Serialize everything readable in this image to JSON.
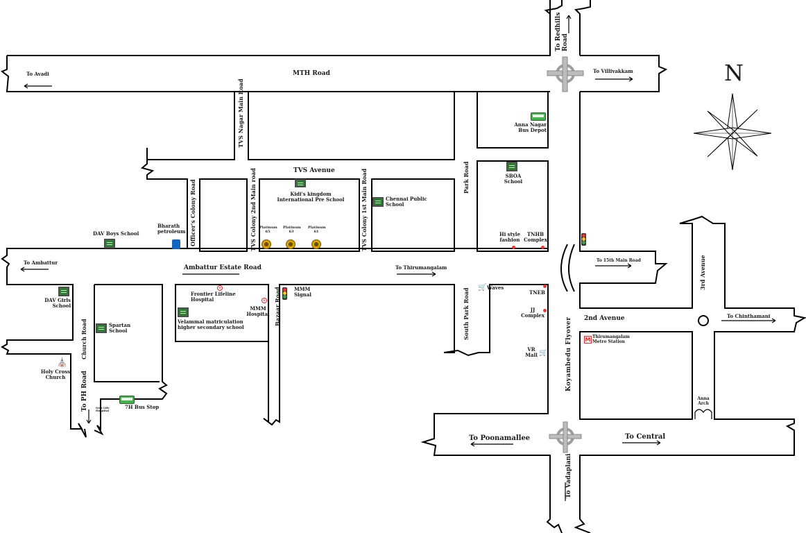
{
  "map": {
    "north_label": "N",
    "roads": {
      "mth_road": "MTH Road",
      "tvs_nagar_main": "TVS Nagar Main Road",
      "tvs_avenue": "TVS Avenue",
      "officers_colony": "Officer's Colony Road",
      "tvs_colony_2nd": "TVS Colony 2nd Main road",
      "tvs_colony_1st": "TVS Colony 1st Main Road",
      "park_road": "Park Road",
      "ambattur_estate": "Ambattur Estate Road",
      "bazaar_road": "Bazaar Road",
      "south_park_road": "South Park Road",
      "church_road": "Church Road",
      "koyambedu_flyover": "Koyambedu Flyover",
      "second_avenue": "2nd Avenue",
      "third_avenue": "3rd Avenue"
    },
    "directions": {
      "to_avadi": "To Avadi",
      "to_redhills": "To Redhills Road",
      "to_villivakkam": "To Villivakkam",
      "to_ambattur": "To Ambattur",
      "to_thirumangalam": "To Thirumangalam",
      "to_15th_main": "To 15th Main Road",
      "to_chinthamani": "To Chinthamani",
      "to_ph_road": "To PH Road",
      "to_poonamallee": "To Poonamallee",
      "to_central": "To Central",
      "to_vadaplani": "To Vadaplani"
    },
    "places": {
      "anna_nagar_depot": "Anna Nagar Bus Depot",
      "sboa_school": "SBOA School",
      "kidis_kingdom": "Kidi's kingdom International Pre School",
      "chennai_public": "Chennai Public School",
      "dav_boys": "DAV Boys School",
      "bharath_petroleum": "Bharath petroleum",
      "platinum_65": "Platinum 65",
      "platinum_63": "Platinum 63",
      "platinum_61": "Platinum 61",
      "hi_style": "Hi style fashion",
      "tnhb": "TNHB Complex",
      "dav_girls": "DAV Girls School",
      "spartan": "Spartan School",
      "frontier": "Frontier Lifeline Hospital",
      "velammal": "Velammal matriculation higher secondary school",
      "mmm_hospital": "MMM Hospital",
      "mmm_signal": "MMM Signal",
      "waves": "Waves",
      "tneb": "TNEB",
      "jj_complex": "JJ Complex",
      "vr_mall": "VR Mall",
      "metro": "Thirumangalam Metro Station",
      "holy_cross": "Holy Cross Church",
      "new_life": "New Life Hospital",
      "bus_stop_7h": "7H Bus Stop",
      "anna_arch": "Anna Arch"
    }
  },
  "colors": {
    "road_line": "#000000",
    "school_green": "#2e7d32",
    "marker_red": "#e53935"
  }
}
